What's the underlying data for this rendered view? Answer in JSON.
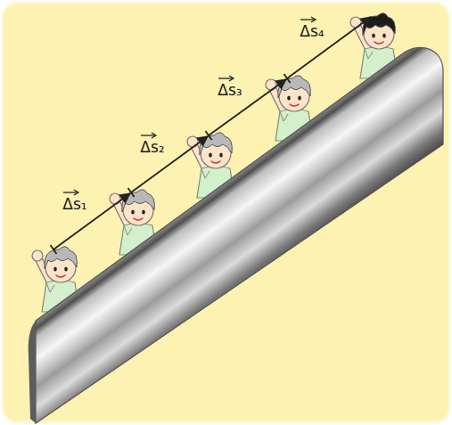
{
  "diagram": {
    "labels": [
      "Δs₁",
      "Δs₂",
      "Δs₃",
      "Δs₄"
    ]
  }
}
